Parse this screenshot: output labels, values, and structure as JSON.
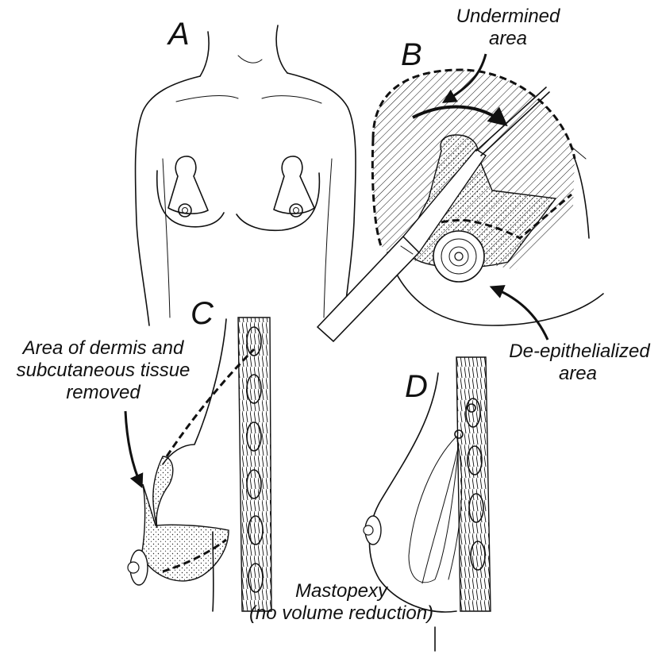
{
  "panels": {
    "a": "A",
    "b": "B",
    "c": "C",
    "d": "D"
  },
  "labels": {
    "undermined_line1": "Undermined",
    "undermined_line2": "area",
    "deepi_line1": "De-epithelialized",
    "deepi_line2": "area",
    "dermis_line1": "Area of dermis and",
    "dermis_line2": "subcutaneous tissue",
    "dermis_line3": "removed",
    "caption_line1": "Mastopexy",
    "caption_line2": "(no volume reduction)"
  }
}
